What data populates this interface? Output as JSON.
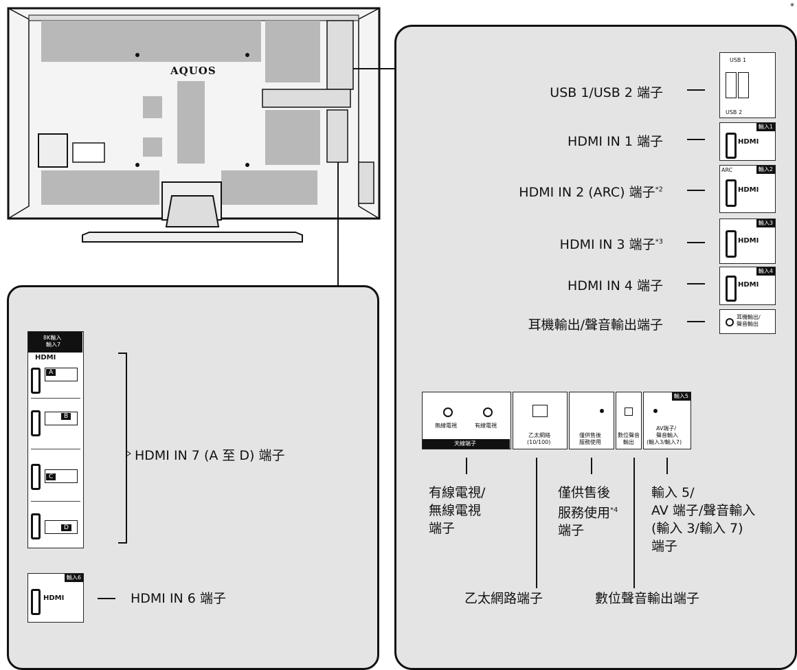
{
  "corner_mark": "*",
  "tv": {
    "logo": "AQUOS"
  },
  "labels": {
    "usb": "USB 1/USB 2 端子",
    "hdmi1": "HDMI IN 1 端子",
    "hdmi2": "HDMI IN 2 (ARC) 端子",
    "hdmi2_sup": "*2",
    "hdmi3": "HDMI IN 3 端子",
    "hdmi3_sup": "*3",
    "hdmi4": "HDMI IN 4 端子",
    "headphone": "耳機輸出/聲音輸出端子",
    "hdmi7": "HDMI IN 7 (A 至 D) 端子",
    "hdmi6": "HDMI IN 6 端子",
    "antenna": [
      "有線電視/",
      "無線電視",
      "端子"
    ],
    "service": [
      "僅供售後",
      "服務使用",
      "端子"
    ],
    "service_sup": "*4",
    "av": [
      "輸入 5/",
      "AV 端子/聲音輸入",
      "(輸入 3/輸入 7)",
      "端子"
    ],
    "ethernet": "乙太網路端子",
    "digital_audio": "數位聲音輸出端子"
  },
  "panel_text": {
    "usb1": "USB 1",
    "usb2": "USB 2",
    "badge_in1": "輸入1",
    "badge_in2": "輸入2",
    "arc": "ARC",
    "badge_in3": "輸入3",
    "badge_in4": "輸入4",
    "headphone_small": [
      "耳機輸出/",
      "聲音輸出"
    ],
    "hdmi_logo": "HDMI",
    "wireless_tv": "無線電視",
    "cable_tv": "有線電視",
    "antenna_terminal": "天線端子",
    "ethernet_small": [
      "乙太網絡",
      "(10/100)"
    ],
    "service_small": [
      "僅供售後",
      "服務使用"
    ],
    "digital_small": [
      "數位聲音",
      "輸出"
    ],
    "badge_in5": "輸入5",
    "av_small": [
      "AV端子/",
      "聲音輸入",
      "(輸入3/輸入7)"
    ],
    "hdmi7_header": [
      "8K輸入",
      "輸入7"
    ],
    "hdmi7_ports": [
      "A",
      "B",
      "C",
      "D"
    ],
    "badge_in6": "輸入6"
  }
}
